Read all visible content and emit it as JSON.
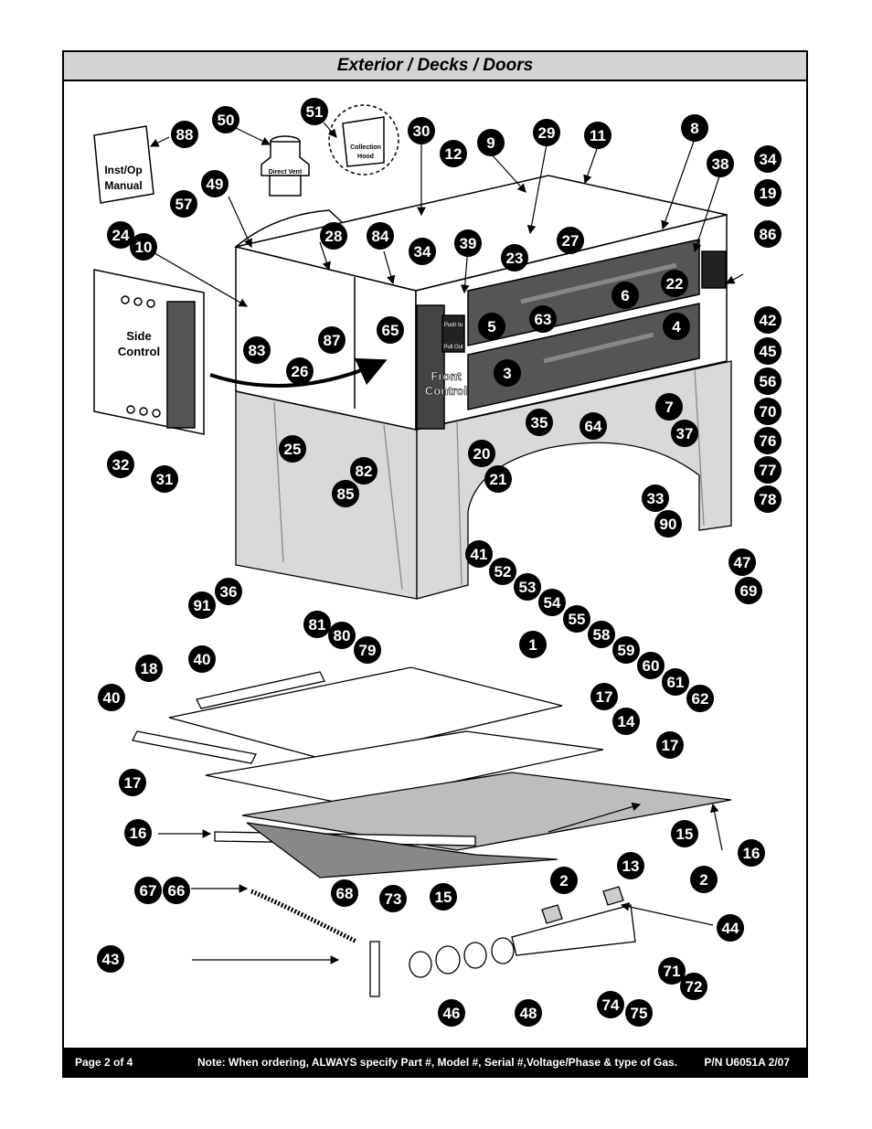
{
  "title": "Exterior / Decks / Doors",
  "footer": {
    "page": "Page 2 of 4",
    "note": "Note: When ordering, ALWAYS specify Part #, Model #, Serial #,Voltage/Phase & type of Gas.",
    "part_number": "P/N U6051A 2/07"
  },
  "labels": {
    "manual_line1": "Inst/Op",
    "manual_line2": "Manual",
    "direct_vent": "Direct Vent",
    "collection_line1": "Collection",
    "collection_line2": "Hood",
    "side_control_line1": "Side",
    "side_control_line2": "Control",
    "front_control_line1": "Front",
    "front_control_line2": "Control",
    "push_to": "Push to",
    "pull_out": "Pull Out"
  },
  "callouts": [
    {
      "id": "c-50",
      "text": "50"
    },
    {
      "id": "c-51",
      "text": "51"
    },
    {
      "id": "c-30",
      "text": "30"
    },
    {
      "id": "c-9",
      "text": "9"
    },
    {
      "id": "c-29",
      "text": "29"
    },
    {
      "id": "c-11",
      "text": "11"
    },
    {
      "id": "c-8",
      "text": "8"
    },
    {
      "id": "c-88",
      "text": "88"
    },
    {
      "id": "c-12",
      "text": "12"
    },
    {
      "id": "c-38",
      "text": "38"
    },
    {
      "id": "c-34a",
      "text": "34"
    },
    {
      "id": "c-49",
      "text": "49"
    },
    {
      "id": "c-19",
      "text": "19"
    },
    {
      "id": "c-57",
      "text": "57"
    },
    {
      "id": "c-27",
      "text": "27"
    },
    {
      "id": "c-24",
      "text": "24"
    },
    {
      "id": "c-10",
      "text": "10"
    },
    {
      "id": "c-28",
      "text": "28"
    },
    {
      "id": "c-84",
      "text": "84"
    },
    {
      "id": "c-34b",
      "text": "34"
    },
    {
      "id": "c-39",
      "text": "39"
    },
    {
      "id": "c-86",
      "text": "86"
    },
    {
      "id": "c-23",
      "text": "23"
    },
    {
      "id": "c-22",
      "text": "22"
    },
    {
      "id": "c-6",
      "text": "6"
    },
    {
      "id": "c-63",
      "text": "63"
    },
    {
      "id": "c-5",
      "text": "5"
    },
    {
      "id": "c-42",
      "text": "42"
    },
    {
      "id": "c-65",
      "text": "65"
    },
    {
      "id": "c-4",
      "text": "4"
    },
    {
      "id": "c-83",
      "text": "83"
    },
    {
      "id": "c-87",
      "text": "87"
    },
    {
      "id": "c-45",
      "text": "45"
    },
    {
      "id": "c-26",
      "text": "26"
    },
    {
      "id": "c-3",
      "text": "3"
    },
    {
      "id": "c-56",
      "text": "56"
    },
    {
      "id": "c-7",
      "text": "7"
    },
    {
      "id": "c-70",
      "text": "70"
    },
    {
      "id": "c-35",
      "text": "35"
    },
    {
      "id": "c-64",
      "text": "64"
    },
    {
      "id": "c-37",
      "text": "37"
    },
    {
      "id": "c-76",
      "text": "76"
    },
    {
      "id": "c-25",
      "text": "25"
    },
    {
      "id": "c-20",
      "text": "20"
    },
    {
      "id": "c-77",
      "text": "77"
    },
    {
      "id": "c-32",
      "text": "32"
    },
    {
      "id": "c-31",
      "text": "31"
    },
    {
      "id": "c-82",
      "text": "82"
    },
    {
      "id": "c-21",
      "text": "21"
    },
    {
      "id": "c-78",
      "text": "78"
    },
    {
      "id": "c-85",
      "text": "85"
    },
    {
      "id": "c-33",
      "text": "33"
    },
    {
      "id": "c-90",
      "text": "90"
    },
    {
      "id": "c-41",
      "text": "41"
    },
    {
      "id": "c-47",
      "text": "47"
    },
    {
      "id": "c-52",
      "text": "52"
    },
    {
      "id": "c-36",
      "text": "36"
    },
    {
      "id": "c-53",
      "text": "53"
    },
    {
      "id": "c-69",
      "text": "69"
    },
    {
      "id": "c-91",
      "text": "91"
    },
    {
      "id": "c-54",
      "text": "54"
    },
    {
      "id": "c-55",
      "text": "55"
    },
    {
      "id": "c-81",
      "text": "81"
    },
    {
      "id": "c-58",
      "text": "58"
    },
    {
      "id": "c-80",
      "text": "80"
    },
    {
      "id": "c-79",
      "text": "79"
    },
    {
      "id": "c-59",
      "text": "59"
    },
    {
      "id": "c-1",
      "text": "1"
    },
    {
      "id": "c-60",
      "text": "60"
    },
    {
      "id": "c-40a",
      "text": "40"
    },
    {
      "id": "c-61",
      "text": "61"
    },
    {
      "id": "c-18",
      "text": "18"
    },
    {
      "id": "c-62",
      "text": "62"
    },
    {
      "id": "c-17a",
      "text": "17"
    },
    {
      "id": "c-40b",
      "text": "40"
    },
    {
      "id": "c-14",
      "text": "14"
    },
    {
      "id": "c-17b",
      "text": "17"
    },
    {
      "id": "c-17c",
      "text": "17"
    },
    {
      "id": "c-16a",
      "text": "16"
    },
    {
      "id": "c-15a",
      "text": "15"
    },
    {
      "id": "c-16b",
      "text": "16"
    },
    {
      "id": "c-13",
      "text": "13"
    },
    {
      "id": "c-2a",
      "text": "2"
    },
    {
      "id": "c-2b",
      "text": "2"
    },
    {
      "id": "c-67",
      "text": "67"
    },
    {
      "id": "c-66",
      "text": "66"
    },
    {
      "id": "c-68",
      "text": "68"
    },
    {
      "id": "c-73",
      "text": "73"
    },
    {
      "id": "c-15b",
      "text": "15"
    },
    {
      "id": "c-44",
      "text": "44"
    },
    {
      "id": "c-43",
      "text": "43"
    },
    {
      "id": "c-71",
      "text": "71"
    },
    {
      "id": "c-72",
      "text": "72"
    },
    {
      "id": "c-74",
      "text": "74"
    },
    {
      "id": "c-46",
      "text": "46"
    },
    {
      "id": "c-48",
      "text": "48"
    },
    {
      "id": "c-75",
      "text": "75"
    }
  ],
  "colors": {
    "line": "#000000",
    "panel_gray": "#d9d9d9",
    "dark_gray": "#555555",
    "deck_gray": "#bdbdbd",
    "callout_fill": "#000000",
    "callout_text": "#ffffff"
  }
}
